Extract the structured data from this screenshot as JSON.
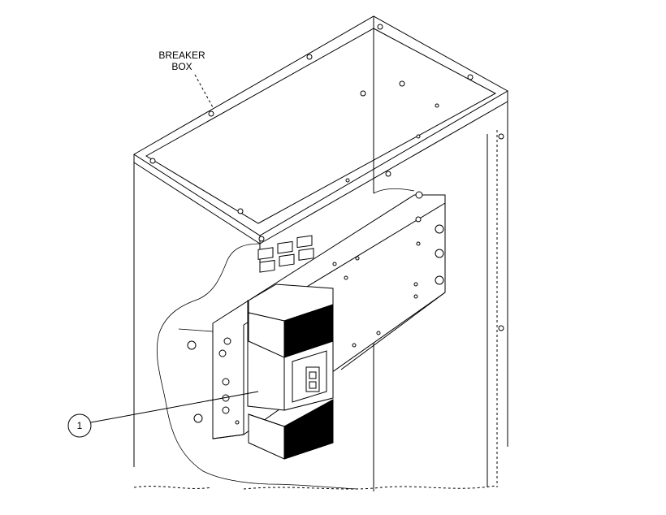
{
  "labels": {
    "breaker_box_line1": "BREAKER",
    "breaker_box_line2": "BOX"
  },
  "callouts": [
    {
      "number": "1"
    }
  ]
}
